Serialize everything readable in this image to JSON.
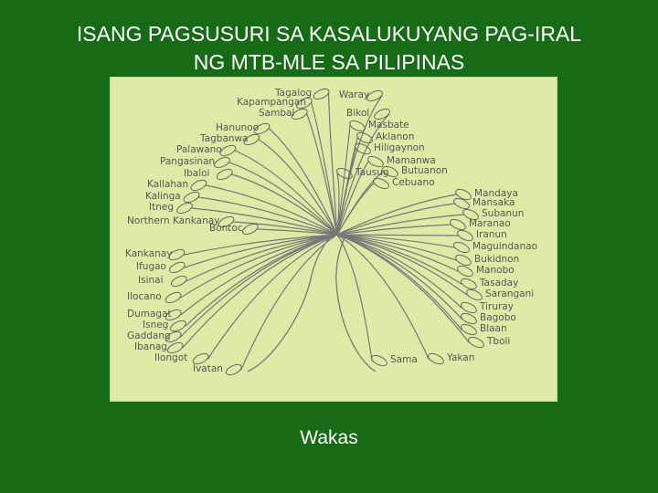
{
  "slide": {
    "title_lines": [
      "ISANG PAGSUSURI SA KASALUKUYANG PAG-IRAL",
      "NG MTB-MLE SA PILIPINAS"
    ],
    "footer": "Wakas"
  },
  "tree": {
    "languages": [
      "Tagalog",
      "Kapampangan",
      "Sambal",
      "Waray",
      "Bikol",
      "Hanunoo",
      "Tagbanwa",
      "Palawano",
      "Pangasinan",
      "Ibaloi",
      "Kallahan",
      "Kalinga",
      "Itneg",
      "Northern Kankanay",
      "Bontoc",
      "Kankanay",
      "Ifugao",
      "Isinai",
      "Ilocano",
      "Dumagat",
      "Isneg",
      "Gaddang",
      "Ibanag",
      "Ilongot",
      "Ivatan",
      "Masbate",
      "Aklanon",
      "Hiligaynon",
      "Mamanwa",
      "Tausug",
      "Butuanon",
      "Cebuano",
      "Mandaya",
      "Mansaka",
      "Subanun",
      "Maranao",
      "Iranun",
      "Maguindanao",
      "Bukidnon",
      "Manobo",
      "Tasaday",
      "Sarangani",
      "Tiruray",
      "Bagobo",
      "Blaan",
      "Tboli",
      "Sama",
      "Yakan"
    ]
  },
  "colors": {
    "background": "#176b17",
    "panel": "#dfeaa6",
    "ink": "#565656"
  }
}
